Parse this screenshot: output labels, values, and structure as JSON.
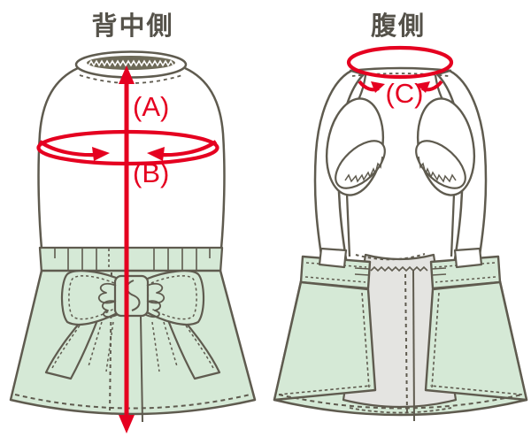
{
  "colors": {
    "accent_red": "#e50020",
    "outline": "#5f5b4f",
    "garment_green": "#d5e9d6",
    "panel_gray": "#e4e4e1",
    "collar_dark": "#6e6a58",
    "title_text": "#55524a",
    "background": "#ffffff"
  },
  "views": {
    "back": {
      "title": "背中側",
      "measurement_a_label": "(A)",
      "measurement_b_label": "(B)"
    },
    "belly": {
      "title": "腹側",
      "measurement_c_label": "(C)"
    }
  }
}
